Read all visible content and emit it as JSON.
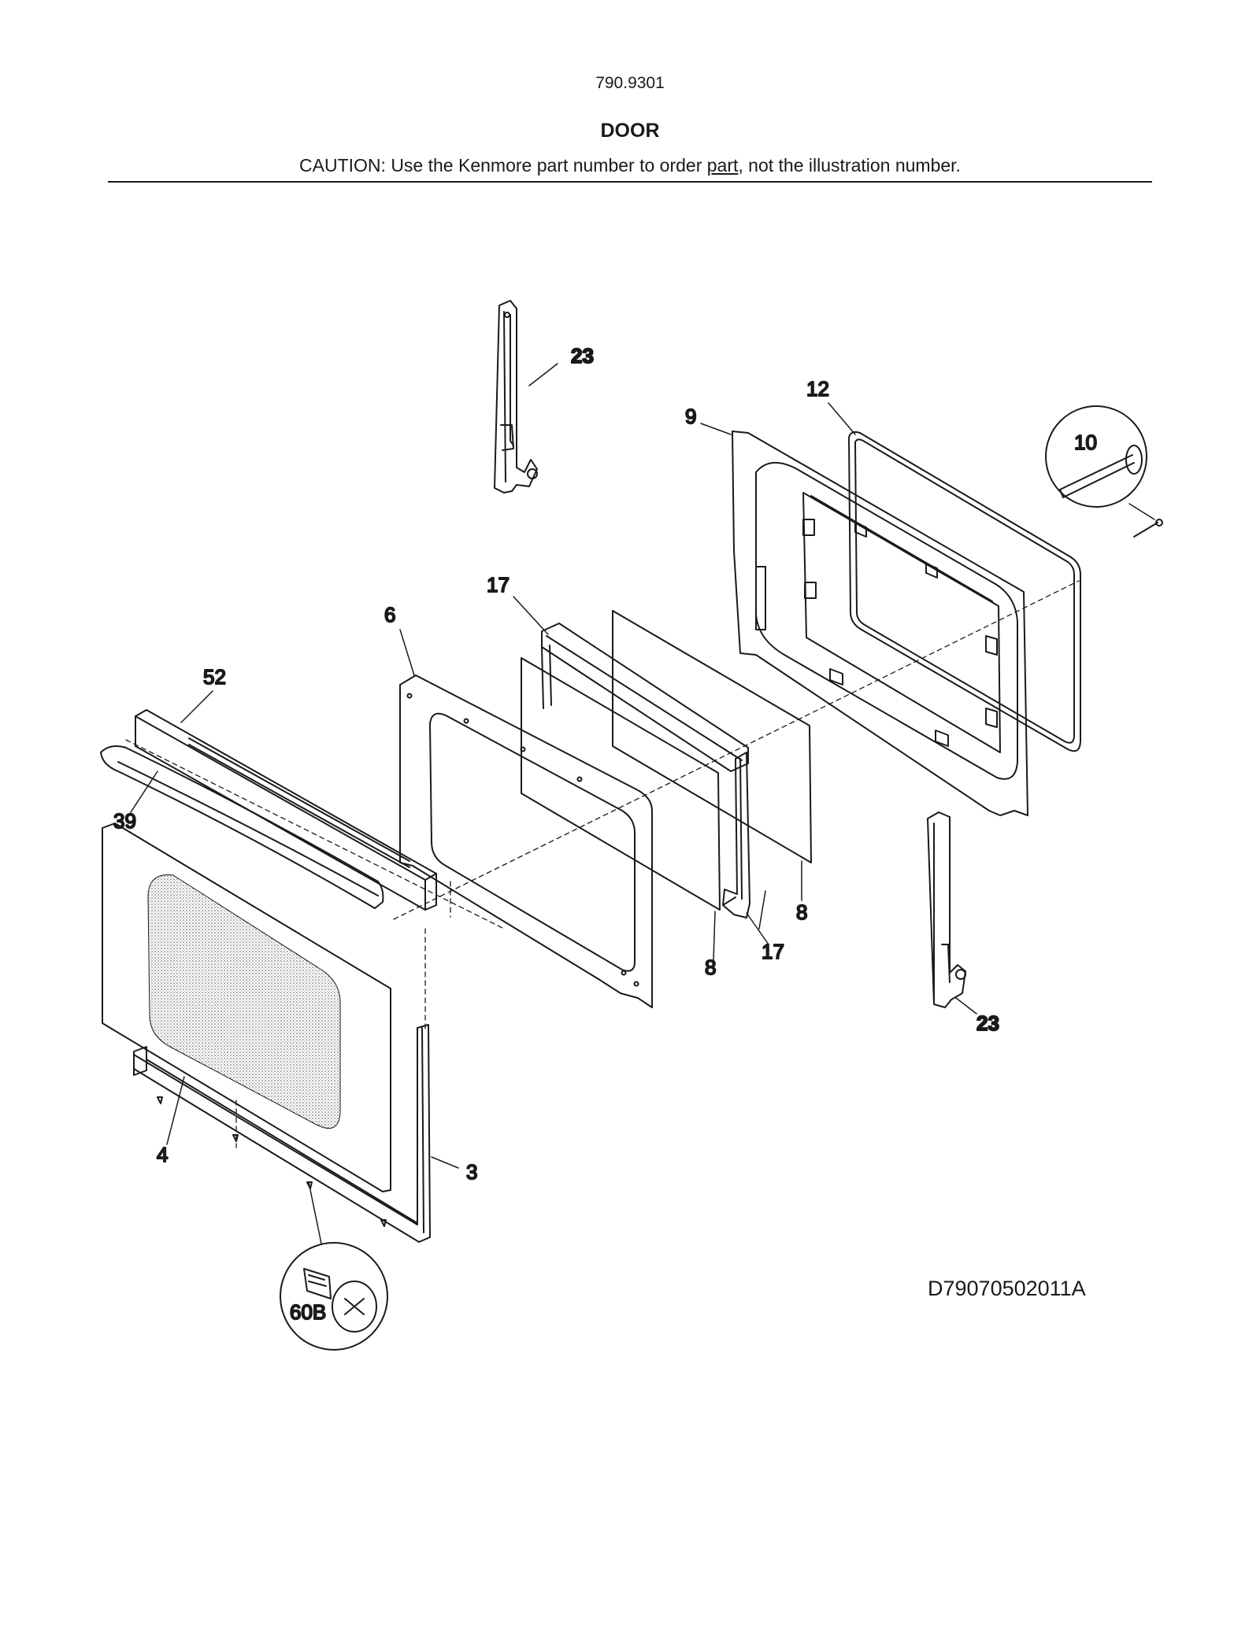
{
  "header": {
    "model_number": "790.9301",
    "section_title": "DOOR",
    "caution_prefix": "CAUTION: Use the Kenmore part number to order ",
    "caution_underlined": "part",
    "caution_suffix": ", not the illustration number."
  },
  "callouts": {
    "hinge_top": "23",
    "hinge_bottom": "23",
    "inner_door_liner": "9",
    "gasket": "12",
    "gasket_clip_detail": "10",
    "glass_pack_spacer_top": "17",
    "glass_pack_spacer_bottom": "17",
    "door_frame": "6",
    "handle_trim": "52",
    "handle": "39",
    "glass_front": "8",
    "glass_rear": "8",
    "outer_door_bottom_trim": "4",
    "outer_door_side_trim": "3",
    "screw_detail": "60B"
  },
  "drawing_id": "D79070502011A"
}
